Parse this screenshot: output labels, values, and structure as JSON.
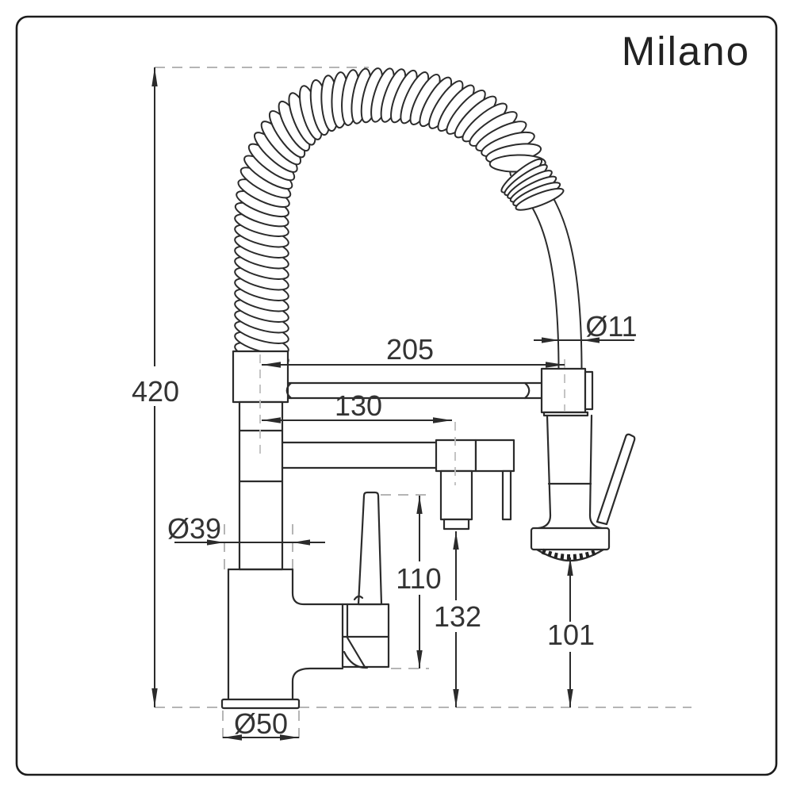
{
  "brand": {
    "logo": "Milano"
  },
  "dimensions": {
    "overall_height": "420",
    "spout_reach": "205",
    "inner_reach": "130",
    "hose_diameter": "Ø11",
    "body_diameter": "Ø39",
    "handle_height": "110",
    "spout_outlet_height": "132",
    "spray_head_height": "101",
    "base_diameter": "Ø50"
  },
  "colors": {
    "line": "#2b2b2b",
    "dimension_text": "#333333",
    "dashed_reference": "#b5b5b5",
    "background": "#ffffff",
    "frame": "#1c1c1c"
  }
}
